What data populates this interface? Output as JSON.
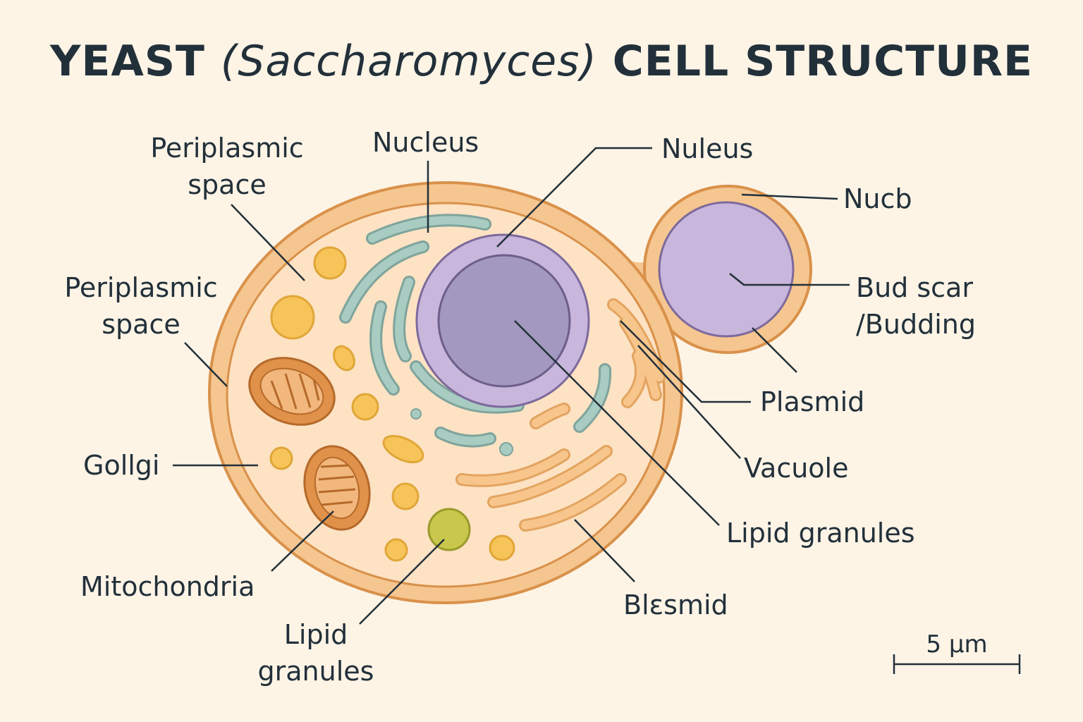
{
  "title": {
    "prefix": "YEAST ",
    "italic": "(Saccharomyces)",
    "suffix": " CELL STRUCTURE"
  },
  "labels": {
    "periplasmic_top": [
      "Periplasmic",
      "space"
    ],
    "periplasmic_left": [
      "Periplasmic",
      "space"
    ],
    "nucleus": "Nucleus",
    "nuleus": "Nuleus",
    "nucb": "Nucb",
    "bud_scar": [
      "Bud scar",
      "/Budding"
    ],
    "plasmid": "Plasmid",
    "vacuole": "Vacuole",
    "lipid_granules_right": "Lipid granules",
    "blasmid": "Blɛsmid",
    "golgi": "Gollgi",
    "mitochondria": "Mitochondria",
    "lipid_granules_bottom": [
      "Lipid",
      "granules"
    ]
  },
  "scale_bar": {
    "label": "5 μm"
  },
  "colors": {
    "background": "#fdf4e6",
    "cell_wall": "#f5c690",
    "cell_outline": "#d9914a",
    "cytoplasm": "#fde2c4",
    "nucleus_outer": "#c9b6dc",
    "nucleus_inner": "#a398bf",
    "er": "#a8cbc2",
    "mitochondria": "#e1924a",
    "lipid_granule": "#f7c45a",
    "green_granule": "#c9c84c",
    "text": "#22303a"
  }
}
